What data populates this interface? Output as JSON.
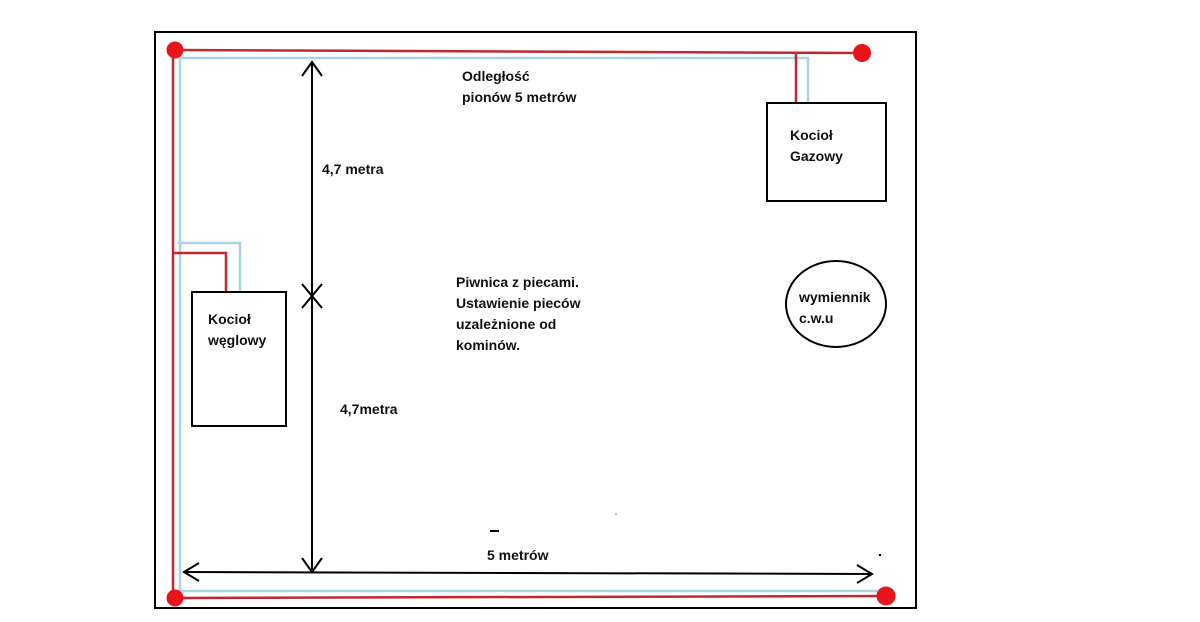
{
  "colors": {
    "frame": "#000000",
    "pipe_supply": "#c0282d",
    "pipe_return": "#a9d4e4",
    "node": "#e8131b",
    "background": "#ffffff"
  },
  "labels": {
    "chimney_distance_line1": "Odległość",
    "chimney_distance_line2": "pionów 5 metrów",
    "upper_height": "4,7 metra",
    "lower_height": "4,7metra",
    "width": "5 metrów",
    "gas_boiler_line1": "Kocioł",
    "gas_boiler_line2": "Gazowy",
    "coal_boiler_line1": "Kocioł",
    "coal_boiler_line2": "węglowy",
    "room_line1": "Piwnica z piecami.",
    "room_line2": "Ustawienie pieców",
    "room_line3": "uzależnione od",
    "room_line4": "kominów.",
    "exchanger_line1": "wymiennik",
    "exchanger_line2": "c.w.u"
  }
}
